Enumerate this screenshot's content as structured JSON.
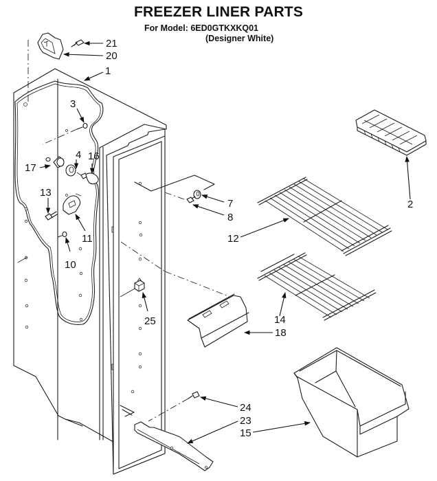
{
  "header": {
    "title": "FREEZER LINER PARTS",
    "model_line": "For Model: 6ED0GTKXKQ01",
    "color_line": "(Designer White)"
  },
  "parts": [
    {
      "ref": "1",
      "part": "freezer-liner"
    },
    {
      "ref": "2",
      "part": "ice-cube-tray"
    },
    {
      "ref": "3",
      "part": "screw"
    },
    {
      "ref": "4",
      "part": "light-socket-retainer"
    },
    {
      "ref": "7",
      "part": "shelf-support-spacer"
    },
    {
      "ref": "8",
      "part": "screw"
    },
    {
      "ref": "10",
      "part": "screw"
    },
    {
      "ref": "11",
      "part": "light-socket-bracket"
    },
    {
      "ref": "12",
      "part": "wire-shelf-upper"
    },
    {
      "ref": "13",
      "part": "screw"
    },
    {
      "ref": "14",
      "part": "wire-shelf-lower"
    },
    {
      "ref": "15",
      "part": "ice-bin"
    },
    {
      "ref": "16",
      "part": "light-bulb"
    },
    {
      "ref": "17",
      "part": "light-socket"
    },
    {
      "ref": "18",
      "part": "shelf-bracket"
    },
    {
      "ref": "20",
      "part": "thermostat-housing"
    },
    {
      "ref": "21",
      "part": "screw"
    },
    {
      "ref": "23",
      "part": "bin-support-rail"
    },
    {
      "ref": "24",
      "part": "screw"
    },
    {
      "ref": "25",
      "part": "light-switch"
    }
  ]
}
